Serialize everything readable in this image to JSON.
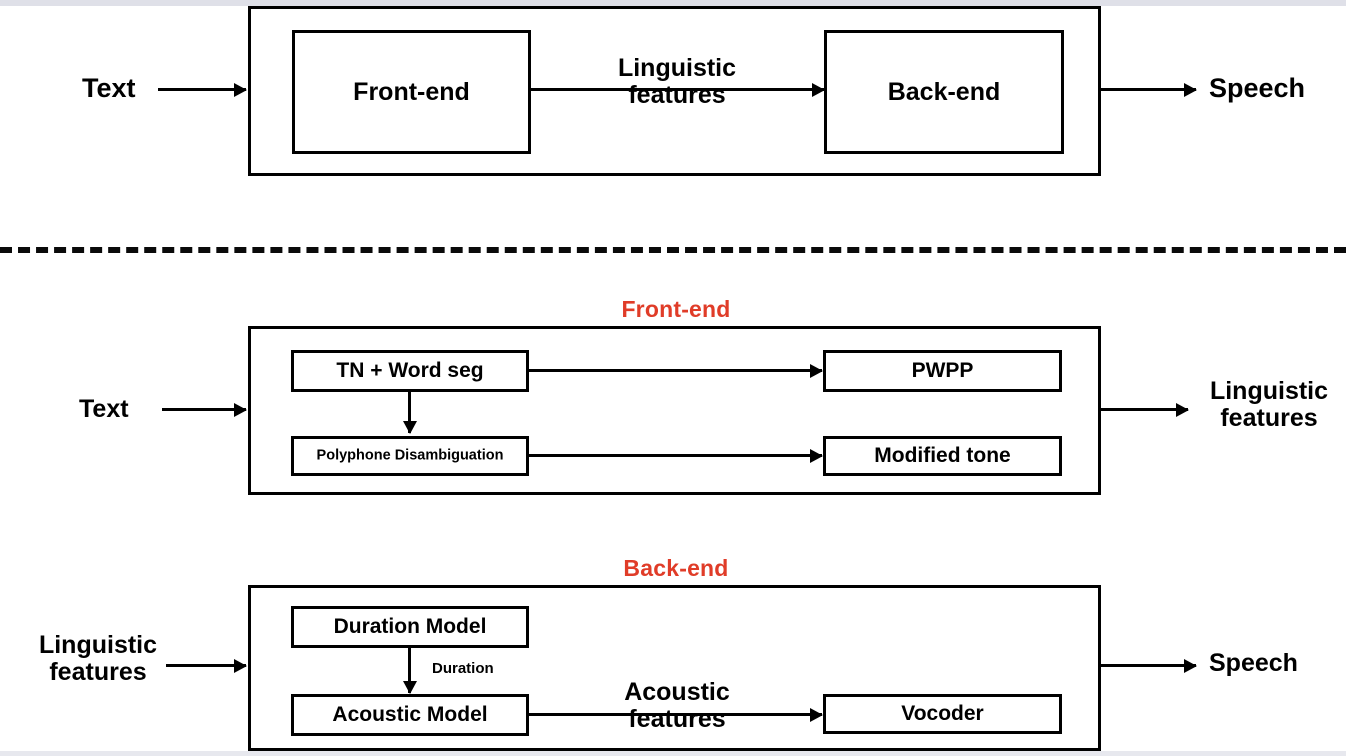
{
  "figure": {
    "type": "block-diagram",
    "topic": "Text-to-Speech (TTS) system pipeline",
    "divider": "dashed-horizontal-separator"
  },
  "colors": {
    "stroke": "#000000",
    "background": "#ffffff",
    "accent_red": "#e03c28",
    "chrome_band": "#dfe0e8"
  },
  "overview": {
    "input_label": "Text",
    "output_label": "Speech",
    "blocks": [
      {
        "id": "front-end",
        "label": "Front-end"
      },
      {
        "id": "back-end",
        "label": "Back-end"
      }
    ],
    "edge_label": "Linguistic\nfeatures"
  },
  "frontend": {
    "title": "Front-end",
    "input_label": "Text",
    "output_label": "Linguistic\nfeatures",
    "blocks": [
      {
        "id": "tn-word-seg",
        "label": "TN + Word seg"
      },
      {
        "id": "polyphone",
        "label": "Polyphone  Disambiguation"
      },
      {
        "id": "pwpp",
        "label": "PWPP"
      },
      {
        "id": "modified-tone",
        "label": "Modified tone"
      }
    ]
  },
  "backend": {
    "title": "Back-end",
    "input_label": "Linguistic\nfeatures",
    "output_label": "Speech",
    "blocks": [
      {
        "id": "duration-model",
        "label": "Duration Model"
      },
      {
        "id": "acoustic-model",
        "label": "Acoustic Model"
      },
      {
        "id": "vocoder",
        "label": "Vocoder"
      }
    ],
    "edge_labels": {
      "duration": "Duration",
      "acoustic_features": "Acoustic\nfeatures"
    }
  }
}
